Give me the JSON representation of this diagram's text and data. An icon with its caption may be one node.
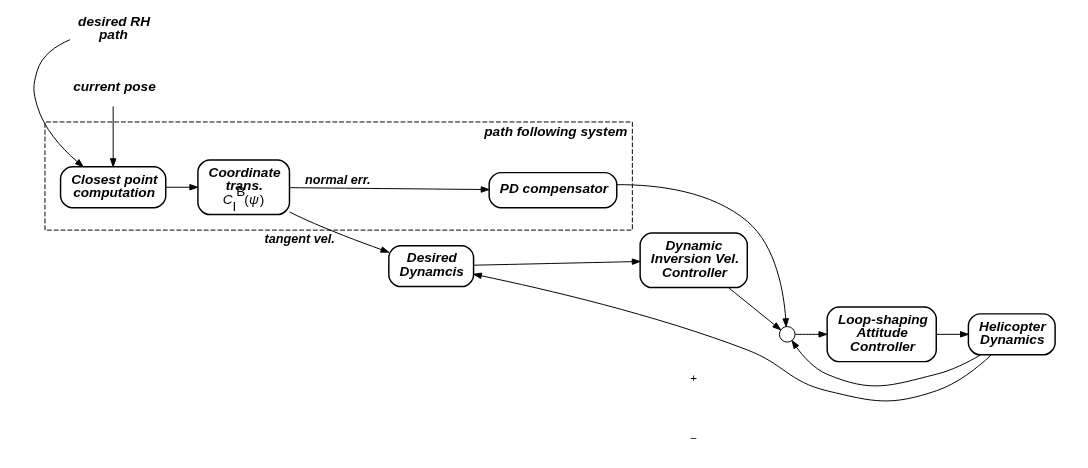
{
  "diagram": {
    "nodes": [
      {
        "text": [
          "path following system"
        ]
      },
      {
        "text": [
          "Closest point computation"
        ],
        "in": 0
      },
      {
        "text": [
          "Coordinate trans.",
          "*C*$_{I}$$^{B}$(*ψ*)"
        ],
        "in": 0
      },
      {
        "text": [
          "PD compensator"
        ],
        "in": 0
      },
      {
        "text": [
          "current pose"
        ]
      },
      {
        "text": [
          "desired RH path"
        ]
      },
      {
        "text": [
          "Desired Dynamcis"
        ]
      },
      {
        "text": [
          "Dynamic Inversion Vel. Controller"
        ]
      },
      {
        "text": [],
        "shape": "circle"
      },
      {
        "text": [
          "Loop-shaping Attitude Controller"
        ]
      },
      {
        "text": [
          "Helicopter Dynamics"
        ]
      }
    ],
    "edges": [
      {
        "from": 4,
        "to": 1,
        "arrow": "to"
      },
      {
        "from": 5,
        "to": 1,
        "arrow": "to"
      },
      {
        "from": 1,
        "to": 2,
        "arrow": "to"
      },
      {
        "from": 2,
        "to": 3,
        "arrow": "to",
        "label": "normal err."
      },
      {
        "from": 2,
        "to": 6,
        "arrow": "to",
        "label": "tangent vel."
      },
      {
        "from": 3,
        "to": 8,
        "arrow": "to"
      },
      {
        "from": 6,
        "to": 7,
        "arrow": "to"
      },
      {
        "from": 7,
        "to": 8,
        "arrow": "to"
      },
      {
        "from": 8,
        "to": 9,
        "arrow": "to"
      },
      {
        "from": 9,
        "to": 10,
        "arrow": "to"
      },
      {
        "from": 10,
        "to": 8,
        "arrow": "to"
      },
      {
        "from": 10,
        "to": 6,
        "arrow": "to"
      }
    ],
    "labels": [
      "+",
      "−"
    ]
  }
}
